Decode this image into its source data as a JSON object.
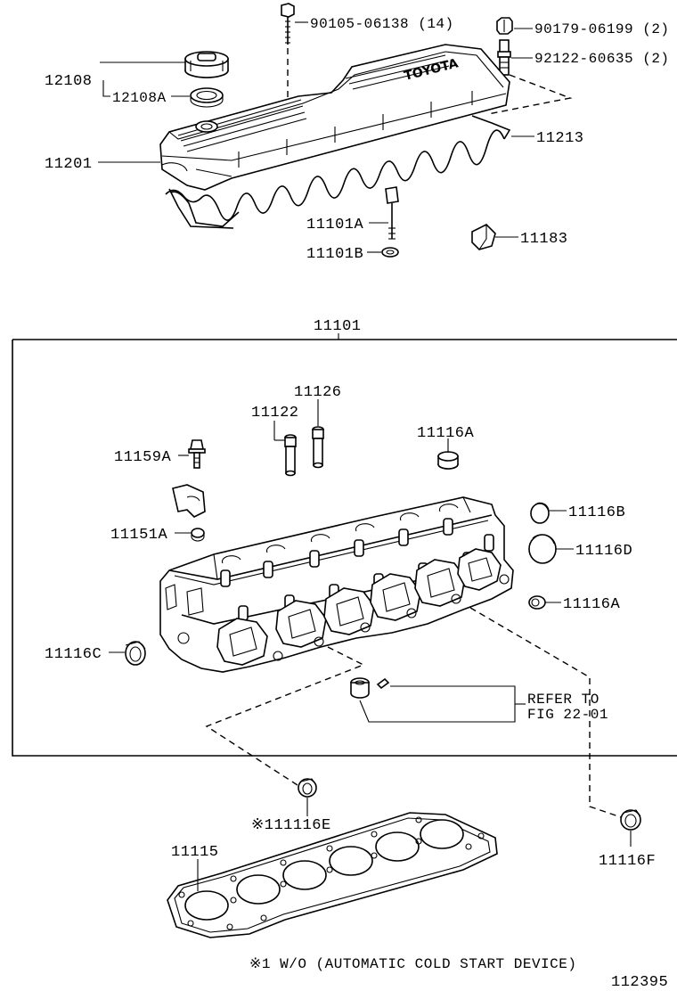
{
  "parts": {
    "bolt_top": "90105-06138 (14)",
    "nut_top": "90179-06199 (2)",
    "stud_top": "92122-60635 (2)",
    "cap_assy": "12108",
    "cap_gasket": "12108A",
    "head_cover": "11201",
    "cover_gasket": "11213",
    "head_bolt": "11101A",
    "head_washer": "11101B",
    "insulator": "11183",
    "cylinder_head_assy": "11101",
    "guide_exhaust": "11126",
    "guide_intake": "11122",
    "plug_a_top": "11116A",
    "bolt_cam_cap": "11159A",
    "plug_b": "11116B",
    "cam_bearing_cap": "11151A",
    "plug_d": "11116D",
    "plug_a_side": "11116A",
    "plug_c": "11116C",
    "plug_e": "※111116E",
    "plug_f": "11116F",
    "head_gasket": "11115"
  },
  "reference": {
    "line1": "REFER TO",
    "line2": "FIG 22-01"
  },
  "cover_logo_text": "TOYOTA",
  "footnote": "※1 W/O (AUTOMATIC COLD START DEVICE)",
  "figure_number": "112395"
}
